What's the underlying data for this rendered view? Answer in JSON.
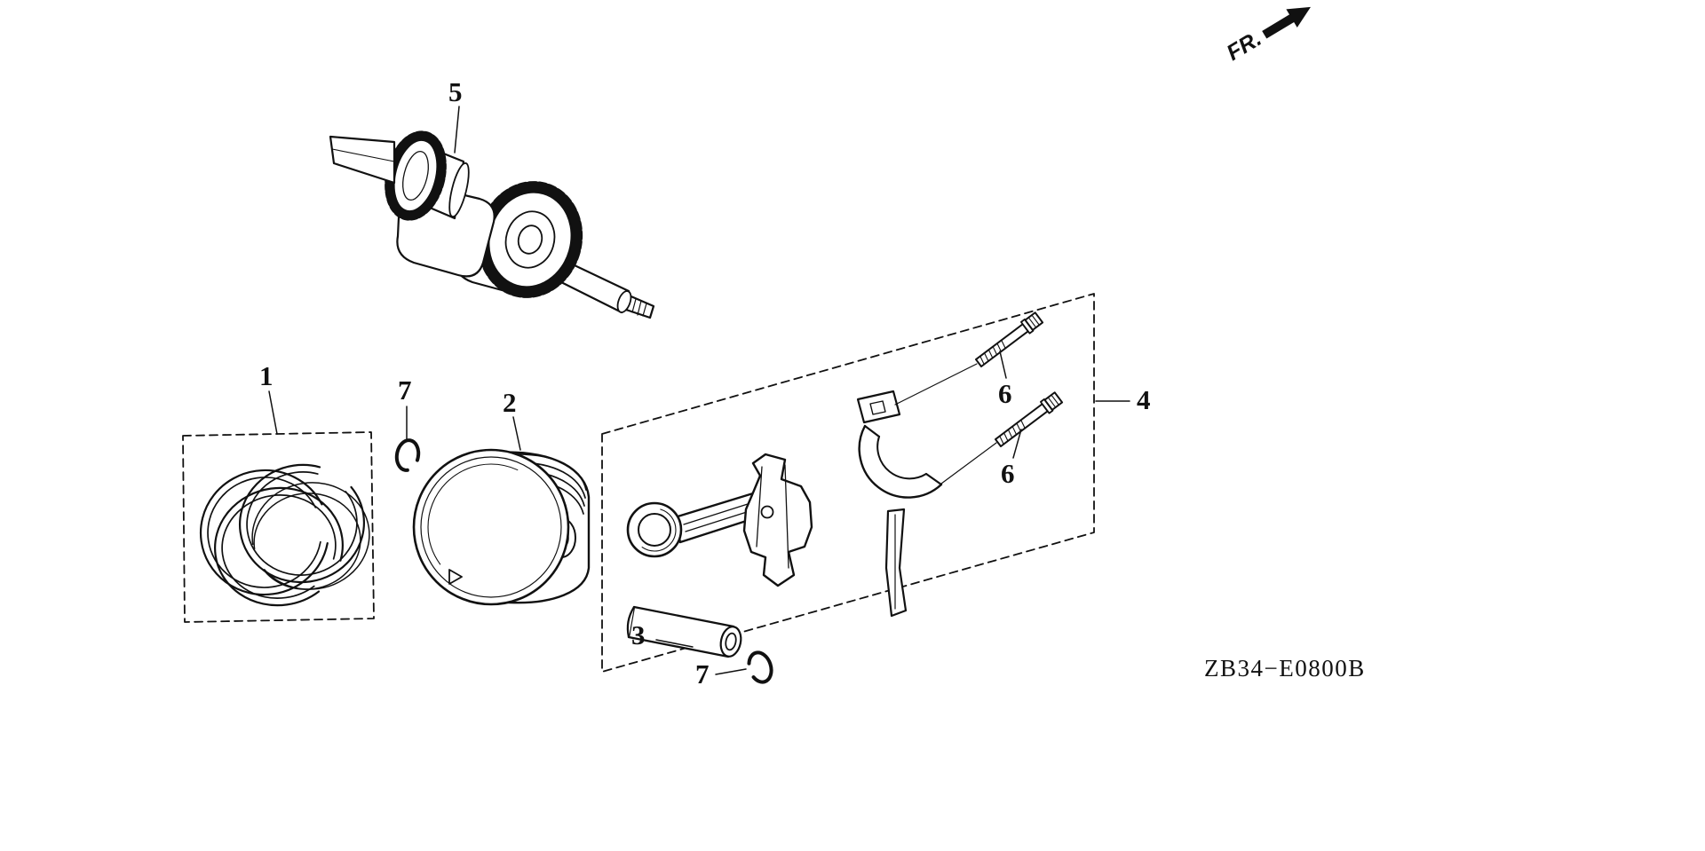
{
  "page": {
    "direction_label": "FR.",
    "drawing_code": "ZB34−E0800B"
  },
  "callouts": {
    "part1": "1",
    "part2": "2",
    "part3": "3",
    "part4": "4",
    "part5": "5",
    "part6_upper": "6",
    "part6_lower": "6",
    "part7_piston": "7",
    "part7_pin": "7"
  }
}
